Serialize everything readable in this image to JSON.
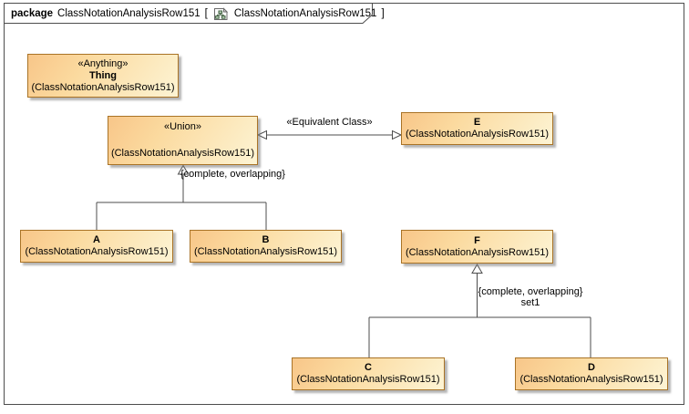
{
  "frame": {
    "kind_label": "package",
    "package_name": "ClassNotationAnalysisRow151",
    "bracket_open": "[",
    "diagram_name": "ClassNotationAnalysisRow151",
    "bracket_close": "]"
  },
  "colors": {
    "node_fill_top": "#f8c689",
    "node_fill_bottom": "#fdf4d4",
    "node_border": "#a97326",
    "edge": "#4d4d4d",
    "frame_border": "#4d4d4d"
  },
  "nodes": [
    {
      "id": "thing",
      "stereotype": "«Anything»",
      "name": "Thing",
      "qualifier": "(ClassNotationAnalysisRow151)"
    },
    {
      "id": "union",
      "stereotype": "«Union»",
      "name": "",
      "qualifier": "(ClassNotationAnalysisRow151)"
    },
    {
      "id": "e",
      "name": "E",
      "qualifier": "(ClassNotationAnalysisRow151)"
    },
    {
      "id": "a",
      "name": "A",
      "qualifier": "(ClassNotationAnalysisRow151)"
    },
    {
      "id": "b",
      "name": "B",
      "qualifier": "(ClassNotationAnalysisRow151)"
    },
    {
      "id": "f",
      "name": "F",
      "qualifier": "(ClassNotationAnalysisRow151)"
    },
    {
      "id": "c",
      "name": "C",
      "qualifier": "(ClassNotationAnalysisRow151)"
    },
    {
      "id": "d",
      "name": "D",
      "qualifier": "(ClassNotationAnalysisRow151)"
    }
  ],
  "edges": {
    "equivalent_class_label": "«Equivalent Class»",
    "genset_union_label": "{complete, overlapping}",
    "genset_f_label": "{complete, overlapping}",
    "genset_f_name": "set1"
  }
}
